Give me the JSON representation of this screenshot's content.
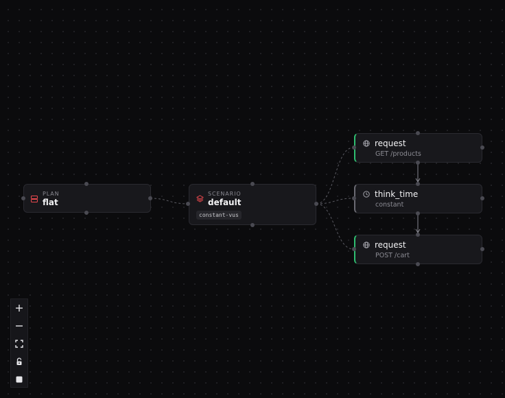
{
  "plan": {
    "kind": "PLAN",
    "title": "flat",
    "icon": "database-icon"
  },
  "scenario": {
    "kind": "SCENARIO",
    "title": "default",
    "tag": "constant-vus",
    "icon": "layers-icon"
  },
  "steps": [
    {
      "title": "request",
      "sub": "GET /products",
      "icon": "globe-icon",
      "accent": "#2fbf71"
    },
    {
      "title": "think_time",
      "sub": "constant",
      "icon": "clock-icon",
      "accent": "#6b6b73"
    },
    {
      "title": "request",
      "sub": "POST /cart",
      "icon": "globe-icon",
      "accent": "#2fbf71"
    }
  ],
  "controls": [
    {
      "icon": "zoom-in-icon"
    },
    {
      "icon": "zoom-out-icon"
    },
    {
      "icon": "fit-view-icon"
    },
    {
      "icon": "lock-icon"
    },
    {
      "icon": "square-icon"
    }
  ],
  "colors": {
    "background": "#0b0b0d",
    "node_bg": "#18181c",
    "accent_red": "#e5484d",
    "accent_green": "#2fbf71",
    "edge": "#5a5a62"
  }
}
